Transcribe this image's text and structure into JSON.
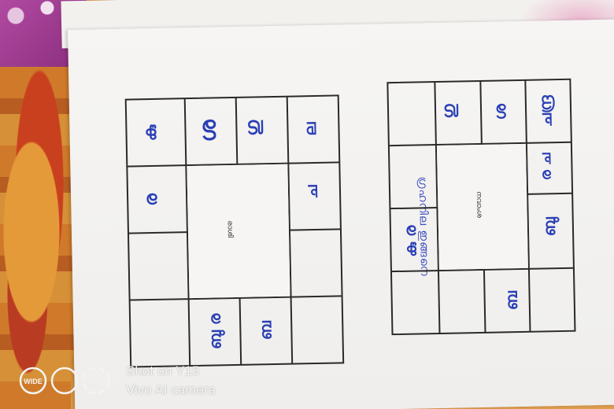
{
  "photo": {
    "description_free": true
  },
  "left_chart": {
    "center_label": "രാശി",
    "cells": {
      "top_1": "കു",
      "top_2": "ശ",
      "top_3": "ഗു",
      "top_4": "ല",
      "right_1": "ച",
      "left_1": "ര",
      "bottom_1": "ബു ര",
      "bottom_2": "ബ"
    }
  },
  "right_chart": {
    "center_label": "നവാംശ",
    "cells": {
      "top_1": "ഗു",
      "top_2": "ശ",
      "top_3": "ചന്ദ്ര",
      "right_1": "ര ച",
      "right_2": "ബു",
      "left_1": "കു ര",
      "bottom_1": "ബ"
    }
  },
  "caption": "ഗ്രഹനില ഇങ്ങനെ",
  "watermark": {
    "badge": "WIDE",
    "line1": "Shot on Y15",
    "line2": "Vivo AI camera"
  },
  "colors": {
    "ink": "#2b3fb5",
    "pencil": "#333333",
    "paper": "#f6f5f3",
    "fabric": "#c9832f"
  }
}
